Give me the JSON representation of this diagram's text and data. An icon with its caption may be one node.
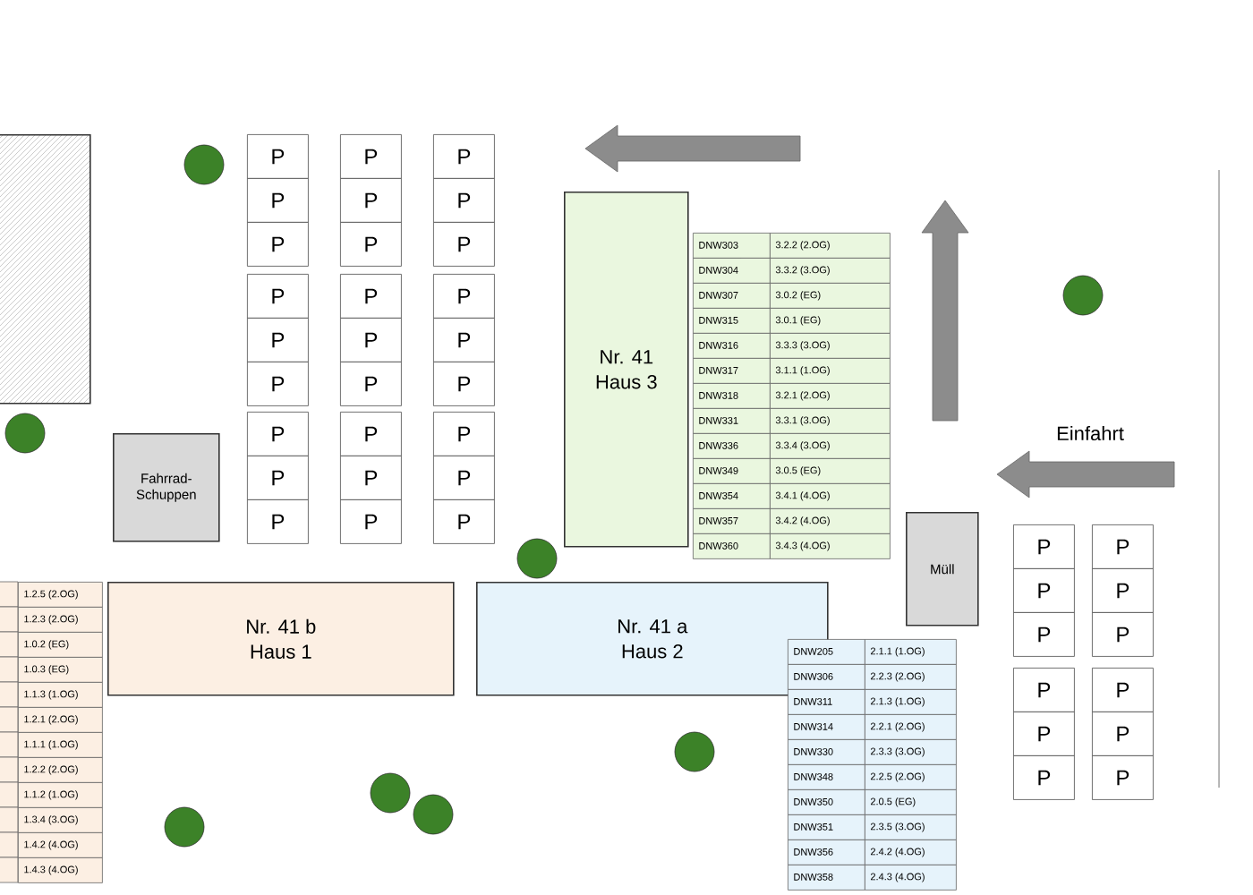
{
  "diagram": {
    "nodes": [
      {
        "text": [],
        "shape": "box"
      },
      {
        "text": [
          "P"
        ]
      },
      {
        "text": [
          "P"
        ]
      },
      {
        "text": [
          "P"
        ]
      },
      {
        "text": [
          "P"
        ]
      },
      {
        "text": [
          "P"
        ]
      },
      {
        "text": [
          "P"
        ]
      },
      {
        "text": [
          "P"
        ]
      },
      {
        "text": [
          "P"
        ]
      },
      {
        "text": [
          "P"
        ]
      },
      {
        "text": [
          "P"
        ]
      },
      {
        "text": [
          "P"
        ]
      },
      {
        "text": [
          "P"
        ]
      },
      {
        "text": [
          "P"
        ]
      },
      {
        "text": [
          "P"
        ]
      },
      {
        "text": [
          "P"
        ]
      },
      {
        "text": [
          "P"
        ]
      },
      {
        "text": [
          "P"
        ]
      },
      {
        "text": [
          "P"
        ]
      },
      {
        "text": [
          "P"
        ]
      },
      {
        "text": [
          "P"
        ]
      },
      {
        "text": [
          "P"
        ]
      },
      {
        "text": [
          "P"
        ]
      },
      {
        "text": [
          "P"
        ]
      },
      {
        "text": [
          "P"
        ]
      },
      {
        "text": [
          "P"
        ]
      },
      {
        "text": [
          "P"
        ]
      },
      {
        "text": [
          "P"
        ]
      },
      {
        "text": [
          "Fahrrad-Schuppen"
        ]
      },
      {
        "text": [
          "Nr. 41 Haus 3"
        ]
      },
      {
        "text": [
          "Müll"
        ]
      },
      {
        "text": [
          "P"
        ]
      },
      {
        "text": [
          "P"
        ]
      },
      {
        "text": [
          "P"
        ]
      },
      {
        "text": [
          "P"
        ]
      },
      {
        "text": [
          "P"
        ]
      },
      {
        "text": [
          "P"
        ]
      },
      {
        "text": [
          "P"
        ]
      },
      {
        "text": [
          "P"
        ]
      },
      {
        "text": [
          "P"
        ]
      },
      {
        "text": [
          "P"
        ]
      },
      {
        "text": [
          "P"
        ]
      },
      {
        "text": [
          "P"
        ]
      },
      {
        "text": [
          "Nr. 41 b Haus 1"
        ]
      },
      {
        "text": [
          "Nr. 41 a Haus 2"
        ]
      }
    ],
    "labels": [
      "DNW303",
      "3.2.2 (2.OG)",
      "DNW304",
      "3.3.2 (3.OG)",
      "DNW307",
      "3.0.2 (EG)",
      "DNW315",
      "3.0.1 (EG)",
      "DNW316",
      "3.3.3 (3.OG)",
      "DNW317",
      "3.1.1 (1.OG)",
      "DNW318",
      "3.2.1 (2.OG)",
      "DNW331",
      "3.3.1 (3.OG)",
      "DNW336",
      "3.3.4 (3.OG)",
      "DNW349",
      "3.0.5 (EG)",
      "DNW354",
      "3.4.1 (4.OG)",
      "DNW357",
      "3.4.2 (4.OG)",
      "DNW360",
      "3.4.3 (4.OG)",
      "Einfahrt",
      "1.2.5 (2.OG)",
      "1.2.3 (2.OG)",
      "1.0.2 (EG)",
      "1.0.3 (EG)",
      "1.1.3 (1.OG)",
      "1.2.1 (2.OG)",
      "1.1.1 (1.OG)",
      "1.2.2 (2.OG)",
      "1.1.2 (1.OG)",
      "1.3.4 (3.OG)",
      "1.4.2 (4.OG)",
      "1.4.3 (4.OG)",
      "DNW205",
      "2.1.1 (1.OG)",
      "DNW306",
      "2.2.3 (2.OG)",
      "DNW311",
      "2.1.3 (1.OG)",
      "DNW314",
      "2.2.1 (2.OG)",
      "DNW330",
      "2.3.3 (3.OG)",
      "DNW348",
      "2.2.5 (2.OG)",
      "DNW350",
      "2.0.5 (EG)",
      "DNW351",
      "2.3.5 (3.OG)",
      "DNW356",
      "2.4.2 (4.OG)",
      "DNW358",
      "2.4.3 (4.OG)"
    ]
  }
}
